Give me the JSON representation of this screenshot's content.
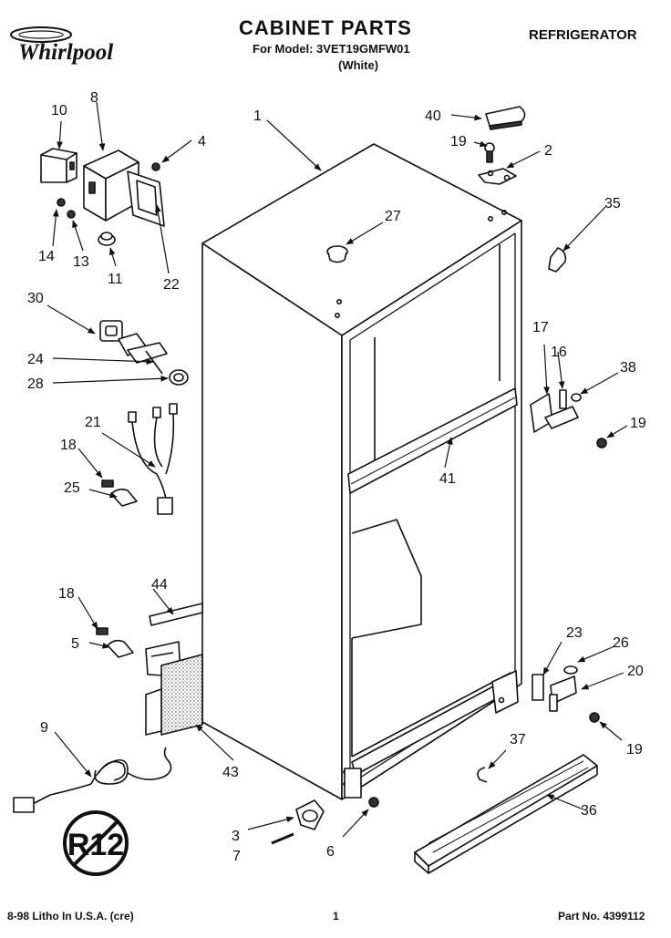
{
  "header": {
    "brand": "Whirlpool",
    "title": "CABINET PARTS",
    "model": "For Model: 3VET19GMFW01",
    "variant": "(White)",
    "category": "REFRIGERATOR"
  },
  "footer": {
    "left": "8-98 Litho In U.S.A. (cre)",
    "page": "1",
    "part_no": "Part No. 4399112"
  },
  "diagram": {
    "refrigerant_badge": "R12",
    "callouts": [
      "1",
      "2",
      "3",
      "4",
      "5",
      "6",
      "7",
      "8",
      "9",
      "10",
      "11",
      "13",
      "14",
      "16",
      "17",
      "18",
      "18",
      "19",
      "19",
      "19",
      "20",
      "21",
      "22",
      "23",
      "24",
      "25",
      "26",
      "27",
      "28",
      "30",
      "35",
      "36",
      "37",
      "38",
      "40",
      "41",
      "43",
      "44"
    ]
  }
}
